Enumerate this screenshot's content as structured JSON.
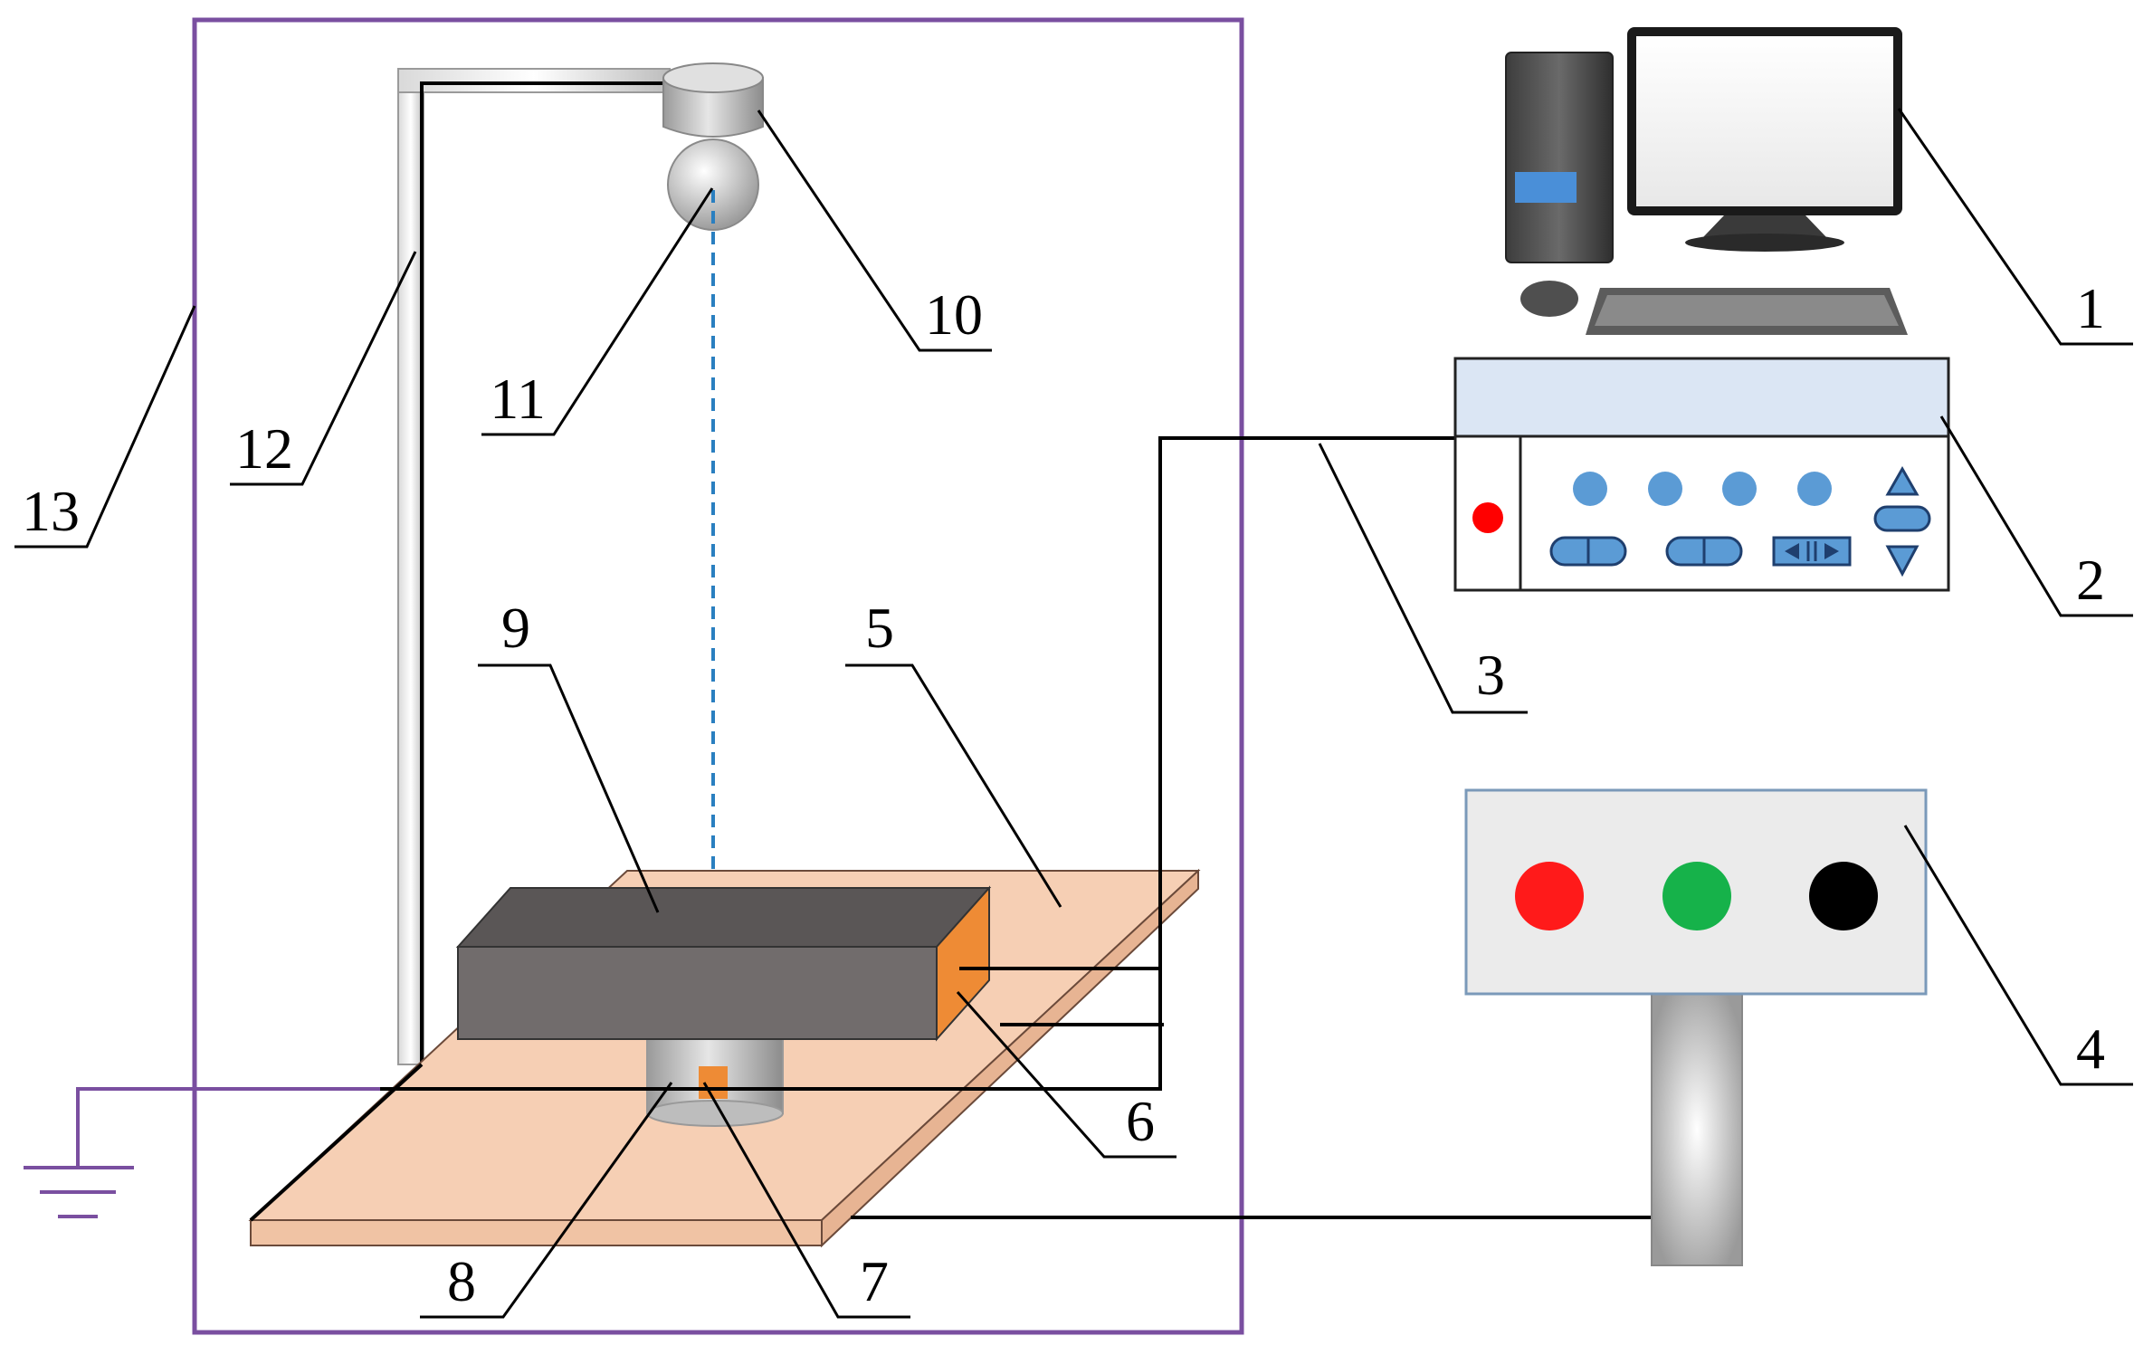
{
  "labels": {
    "l1": "1",
    "l2": "2",
    "l3": "3",
    "l4": "4",
    "l5": "5",
    "l6": "6",
    "l7": "7",
    "l8": "8",
    "l9": "9",
    "l10": "10",
    "l11": "11",
    "l12": "12",
    "l13": "13"
  },
  "colors": {
    "enclosure": "#7a4fa0",
    "plate": "#f6cfb4",
    "sample": "#6b6666",
    "electrode": "#ee8b35",
    "button_red": "#ff1a1a",
    "button_green": "#16b24a",
    "button_black": "#000000",
    "led": "#ff0000",
    "knob": "#5b9bd5",
    "laser_beam": "#2a7fc0"
  },
  "icons": {
    "computer": "desktop-computer-icon",
    "ground": "ground-symbol-icon"
  }
}
